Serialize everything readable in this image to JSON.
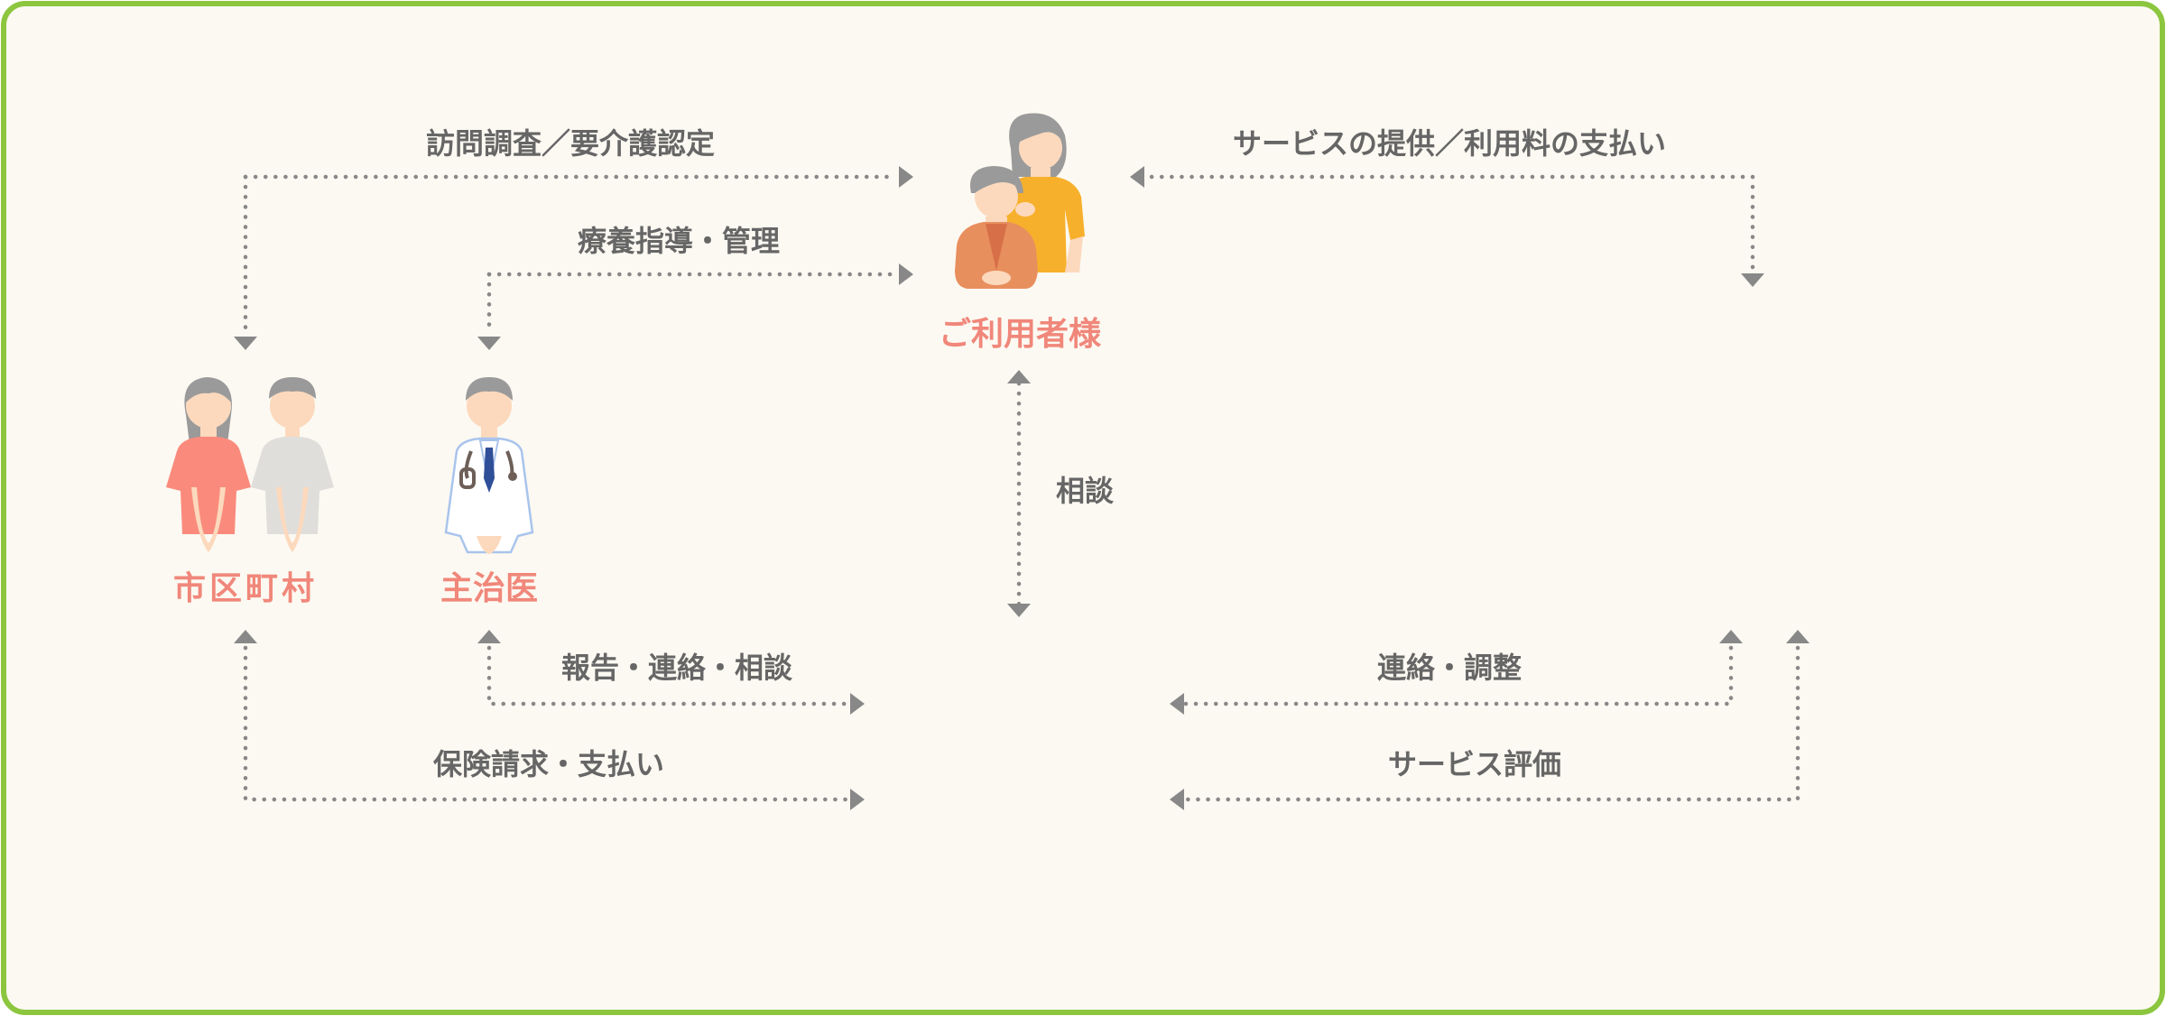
{
  "actors": {
    "user": {
      "label": "ご利用者様"
    },
    "municipality": {
      "label": "市区町村"
    },
    "doctor": {
      "label": "主治医"
    }
  },
  "flows": {
    "visit_survey": "訪問調査／要介護認定",
    "service_payment": "サービスの提供／利用料の支払い",
    "medical_guidance": "療養指導・管理",
    "consultation": "相談",
    "report_contact": "報告・連絡・相談",
    "insurance_claim": "保険請求・支払い",
    "contact_adjust": "連絡・調整",
    "service_evaluation": "サービス評価"
  },
  "colors": {
    "frame_border": "#8cc63f",
    "frame_background": "#fcf9f2",
    "actor_label": "#f0877a",
    "flow_label": "#666666",
    "arrow": "#888888"
  }
}
